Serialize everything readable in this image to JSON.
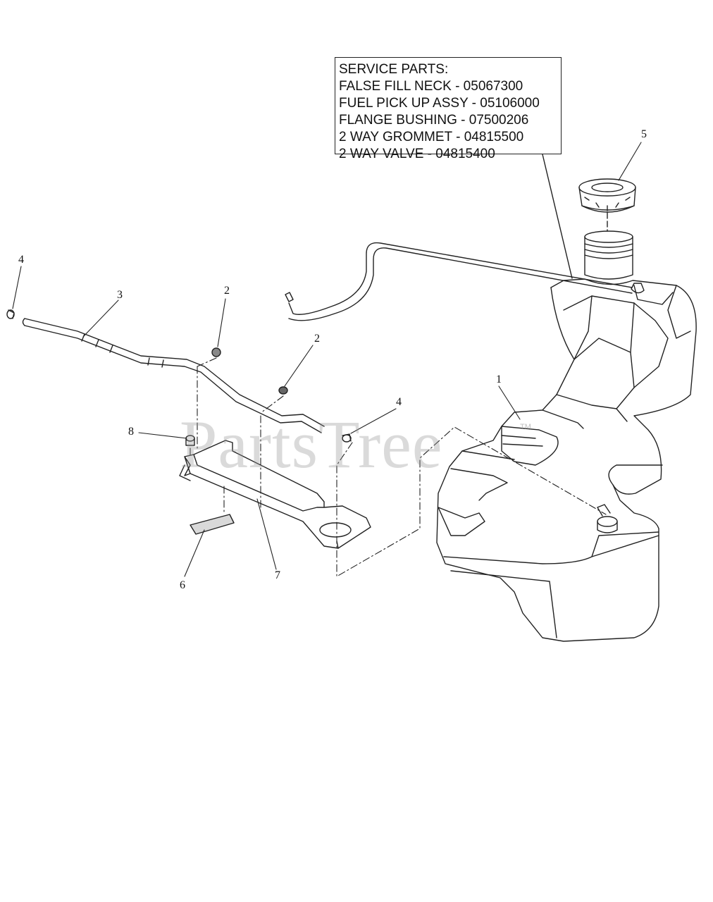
{
  "service_parts": {
    "heading": "SERVICE PARTS:",
    "items": [
      "FALSE FILL NECK - 05067300",
      "FUEL PICK UP ASSY - 05106000",
      "FLANGE BUSHING - 07500206",
      "2 WAY GROMMET - 04815500",
      "2 WAY VALVE - 04815400"
    ]
  },
  "callouts": {
    "tank": "1",
    "grommet_upper": "2",
    "grommet_lower": "2",
    "fuel_line": "3",
    "end_left": "4",
    "end_right": "4",
    "cap": "5",
    "pad": "6",
    "bracket": "7",
    "screw": "8"
  },
  "watermark": "PartsTree",
  "watermark_tm": "TM"
}
